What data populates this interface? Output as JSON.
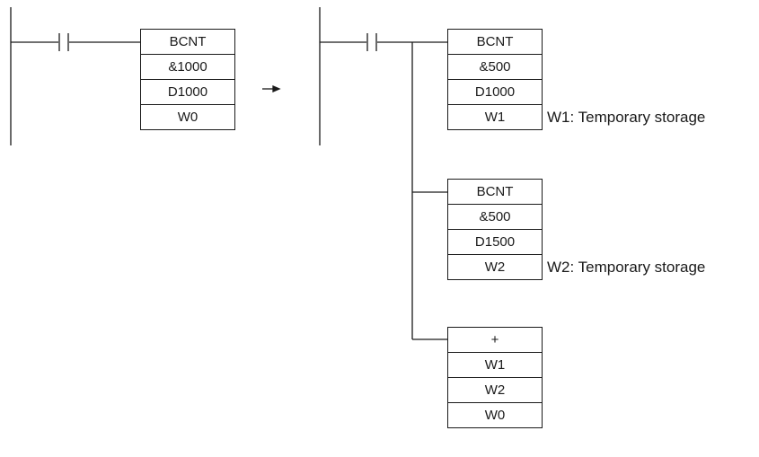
{
  "left_rung": {
    "instruction": [
      "BCNT",
      "&1000",
      "D1000",
      "W0"
    ]
  },
  "right_rung": {
    "block1": [
      "BCNT",
      "&500",
      "D1000",
      "W1"
    ],
    "block2": [
      "BCNT",
      "&500",
      "D1500",
      "W2"
    ],
    "block3": [
      "+",
      "W1",
      "W2",
      "W0"
    ],
    "note1": "W1: Temporary storage",
    "note2": "W2: Temporary storage"
  },
  "colors": {
    "line": "#1a1a1a",
    "background": "#ffffff"
  }
}
